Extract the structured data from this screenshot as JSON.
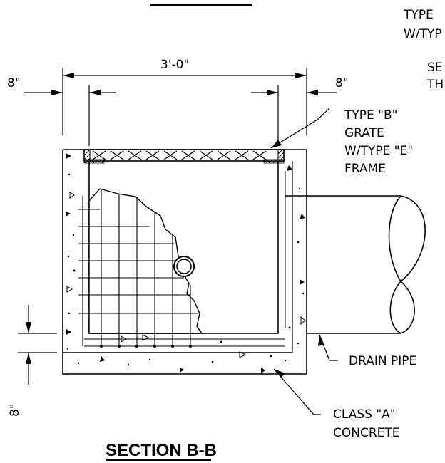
{
  "drawing": {
    "top_note_line1": "TYPE",
    "top_note_line2": "W/TYP",
    "right_note_line1": "SE",
    "right_note_line2": "TH",
    "dim_width": "3'-0\"",
    "dim_left_wall": "8\"",
    "dim_right_wall": "8\"",
    "dim_bottom_slab": "8\"",
    "callout_grate": [
      "TYPE \"B\"",
      "GRATE",
      "W/TYPE \"E\"",
      "FRAME"
    ],
    "callout_drain": "DRAIN PIPE",
    "callout_concrete": [
      "CLASS \"A\"",
      "CONCRETE"
    ],
    "section_title": "SECTION B-B"
  }
}
